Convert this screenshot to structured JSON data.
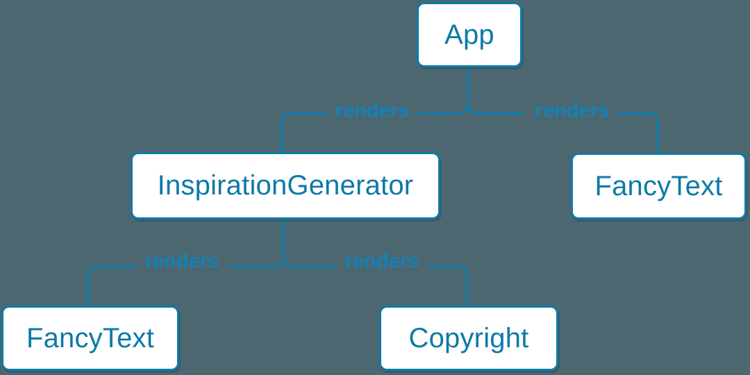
{
  "colors": {
    "background": "#4d6770",
    "line": "#0e7ba8",
    "node-bg": "#ffffff",
    "node-text": "#0d79a8",
    "edge-label": "#1282b8"
  },
  "diagram": {
    "type": "component-render-tree",
    "nodes": [
      {
        "id": "app",
        "label": "App"
      },
      {
        "id": "inspiration-generator",
        "label": "InspirationGenerator"
      },
      {
        "id": "fancy-text-top",
        "label": "FancyText"
      },
      {
        "id": "fancy-text-bottom",
        "label": "FancyText"
      },
      {
        "id": "copyright",
        "label": "Copyright"
      }
    ],
    "edges": [
      {
        "from": "App",
        "to": "InspirationGenerator",
        "label": "renders"
      },
      {
        "from": "App",
        "to": "FancyText",
        "label": "renders"
      },
      {
        "from": "InspirationGenerator",
        "to": "FancyText",
        "label": "renders"
      },
      {
        "from": "InspirationGenerator",
        "to": "Copyright",
        "label": "renders"
      }
    ]
  }
}
